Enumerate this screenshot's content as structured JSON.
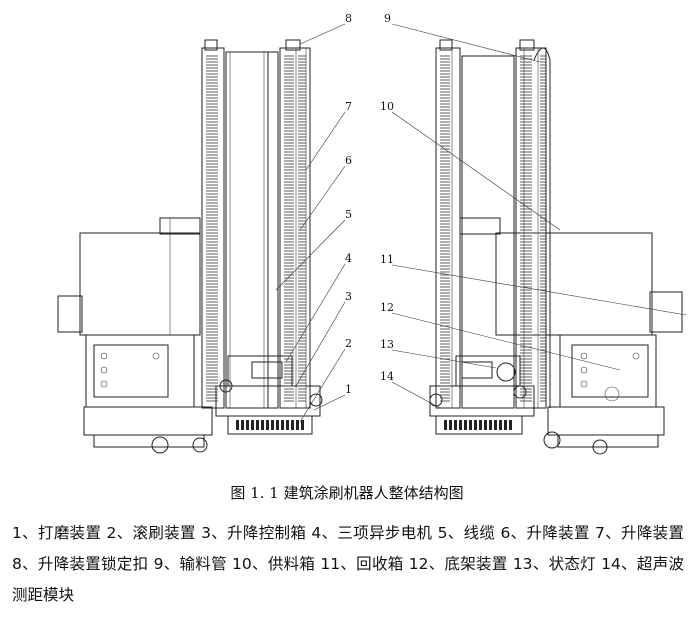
{
  "figure": {
    "caption": "图 1. 1    建筑涂刷机器人整体结构图",
    "callout_numbers": [
      "1",
      "2",
      "3",
      "4",
      "5",
      "6",
      "7",
      "8",
      "9",
      "10",
      "11",
      "12",
      "13",
      "14"
    ]
  },
  "legend": {
    "text": "1、打磨装置 2、滚刷装置 3、升降控制箱 4、三项异步电机 5、线缆 6、升降装置 7、升降装置 8、升降装置锁定扣 9、输料管 10、供料箱 11、回收箱 12、底架装置 13、状态灯 14、超声波测距模块"
  }
}
